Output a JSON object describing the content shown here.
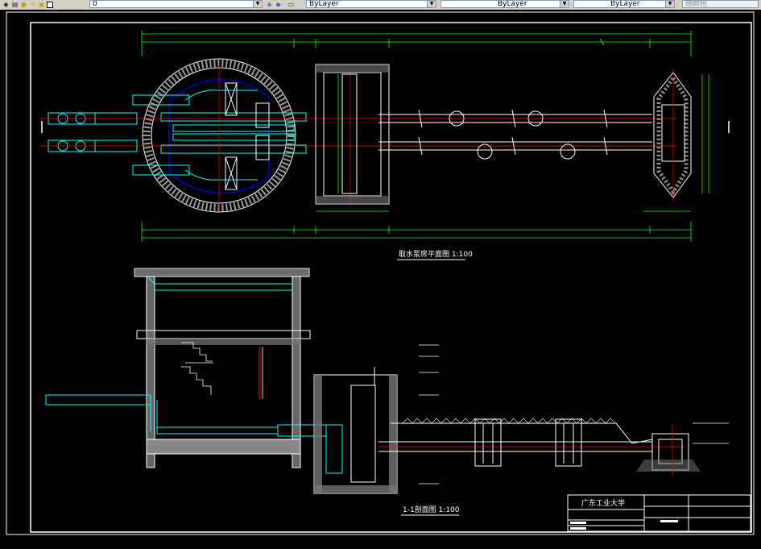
{
  "toolbar": {
    "layer_name": "0",
    "color_combo": "ByLayer",
    "linetype_combo": "ByLayer",
    "lineweight_combo": "ByLayer",
    "plotstyle_combo": "随颜色"
  },
  "drawing": {
    "plan_title": "取水泵房平面图 1:100",
    "section_title": "1-1剖面图  1:100",
    "title_block": {
      "school": "广东工业大学"
    },
    "colors": {
      "background": "#000000",
      "frame": "#ffffff",
      "dimension": "#00ff00",
      "pipe": "#00ffff",
      "wall": "#ffffff",
      "center": "#ff0000",
      "accent_blue": "#0000ff",
      "yellow": "#ffff00",
      "magenta": "#ff00ff"
    }
  }
}
